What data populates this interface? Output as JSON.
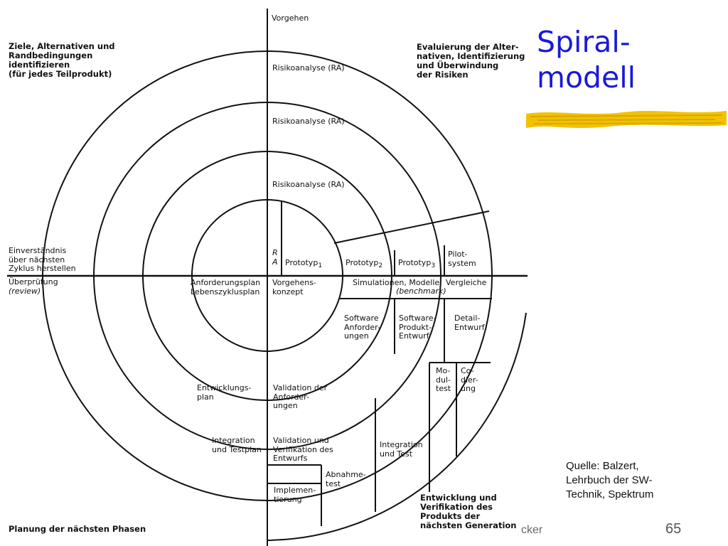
{
  "slide": {
    "title": "Spiral-\nmodell",
    "source": "Quelle: Balzert,\nLehrbuch der SW-\nTechnik, Spektrum",
    "footer_author": "cker",
    "page_number": "65",
    "title_color": "#1a1ad6",
    "brush_color": "#f2c200"
  },
  "diagram": {
    "quadrants": {
      "top_left": "Ziele, Alternativen und\nRandbedingungen\nidentifizieren\n(für jedes Teilprodukt)",
      "top_right": "Evaluierung der Alter-\nnativen, Identifizierung\nund Überwindung\nder Risiken",
      "bottom_right": "Entwicklung und\nVerifikation des\nProdukts der\nnächsten Generation",
      "bottom_left": "Planung der nächsten Phasen"
    },
    "axis": {
      "top_label": "Vorgehen",
      "left_upper": "Einverständnis\nüber nächsten\nZyklus herstellen",
      "left_lower_1": "Überprüfung",
      "left_lower_2": "(review)"
    },
    "risk": {
      "ra1": "Risikoanalyse (RA)",
      "ra2": "Risikoanalyse (RA)",
      "ra3": "Risikoanalyse (RA)",
      "ra_small": "R\nA"
    },
    "prototypes": {
      "p1": "Prototyp",
      "p1_sub": "1",
      "p2": "Prototyp",
      "p2_sub": "2",
      "p3": "Prototyp",
      "p3_sub": "3",
      "pilot": "Pilot-\nsystem"
    },
    "center": {
      "req_plan": "Anforderungsplan\nLebenszyklusplan",
      "concept": "Vorgehens-\nkonzept",
      "sim": "Simulationen, Modelle,",
      "benchmark": "(benchmark)",
      "compare": "Vergleiche"
    },
    "lower_right": {
      "sw_req": "Software\nAnforder-\nungen",
      "sw_prod": "Software-\nProdukt-\nEntwurf",
      "detail": "Detail-\nEntwurf",
      "module": "Mo-\ndul-\ntest",
      "coding": "Co-\ndier-\nung",
      "integration": "Integration\nund Test",
      "acceptance": "Abnahme-\ntest",
      "impl": "Implemen-\ntierung"
    },
    "lower_left": {
      "dev_plan": "Entwicklungs-\nplan",
      "validation_req": "Validation der\nAnforder-\nungen",
      "int_plan": "Integration\nund Testplan",
      "validation_design": "Validation und\nVerifikation des\nEntwurfs"
    }
  }
}
